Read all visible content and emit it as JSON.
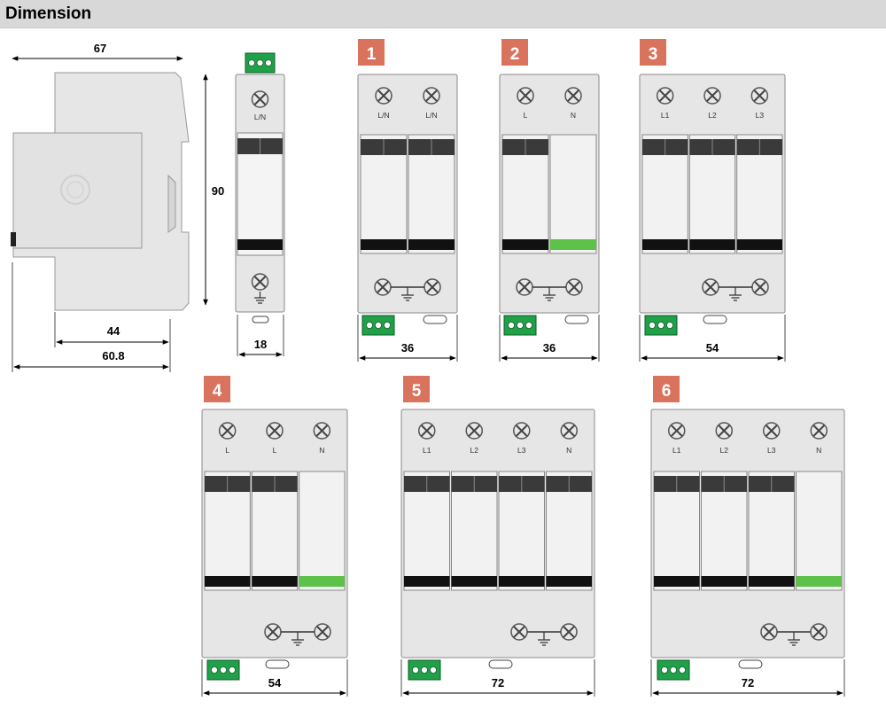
{
  "header": {
    "title": "Dimension"
  },
  "colors": {
    "header_bg": "#d8d8d8",
    "body_gray": "#e6e6e6",
    "module_white": "#f2f2f2",
    "badge": "#d9735e",
    "terminal_green": "#21a04a",
    "band_dark": "#111111",
    "band_green": "#5ec24a"
  },
  "side_view": {
    "dims": {
      "top": "67",
      "height": "90",
      "inner": "44",
      "total": "60.8"
    }
  },
  "front_single": {
    "top_label": "L/N",
    "width_label": "18"
  },
  "variants": [
    {
      "badge": "1",
      "labels": [
        "L/N",
        "L/N"
      ],
      "neutral": [
        false,
        false
      ],
      "width_label": "36"
    },
    {
      "badge": "2",
      "labels": [
        "L",
        "N"
      ],
      "neutral": [
        false,
        true
      ],
      "width_label": "36"
    },
    {
      "badge": "3",
      "labels": [
        "L1",
        "L2",
        "L3"
      ],
      "neutral": [
        false,
        false,
        false
      ],
      "width_label": "54"
    },
    {
      "badge": "4",
      "labels": [
        "L",
        "L",
        "N"
      ],
      "neutral": [
        false,
        false,
        true
      ],
      "width_label": "54"
    },
    {
      "badge": "5",
      "labels": [
        "L1",
        "L2",
        "L3",
        "N"
      ],
      "neutral": [
        false,
        false,
        false,
        false
      ],
      "width_label": "72"
    },
    {
      "badge": "6",
      "labels": [
        "L1",
        "L2",
        "L3",
        "N"
      ],
      "neutral": [
        false,
        false,
        false,
        true
      ],
      "width_label": "72"
    }
  ]
}
